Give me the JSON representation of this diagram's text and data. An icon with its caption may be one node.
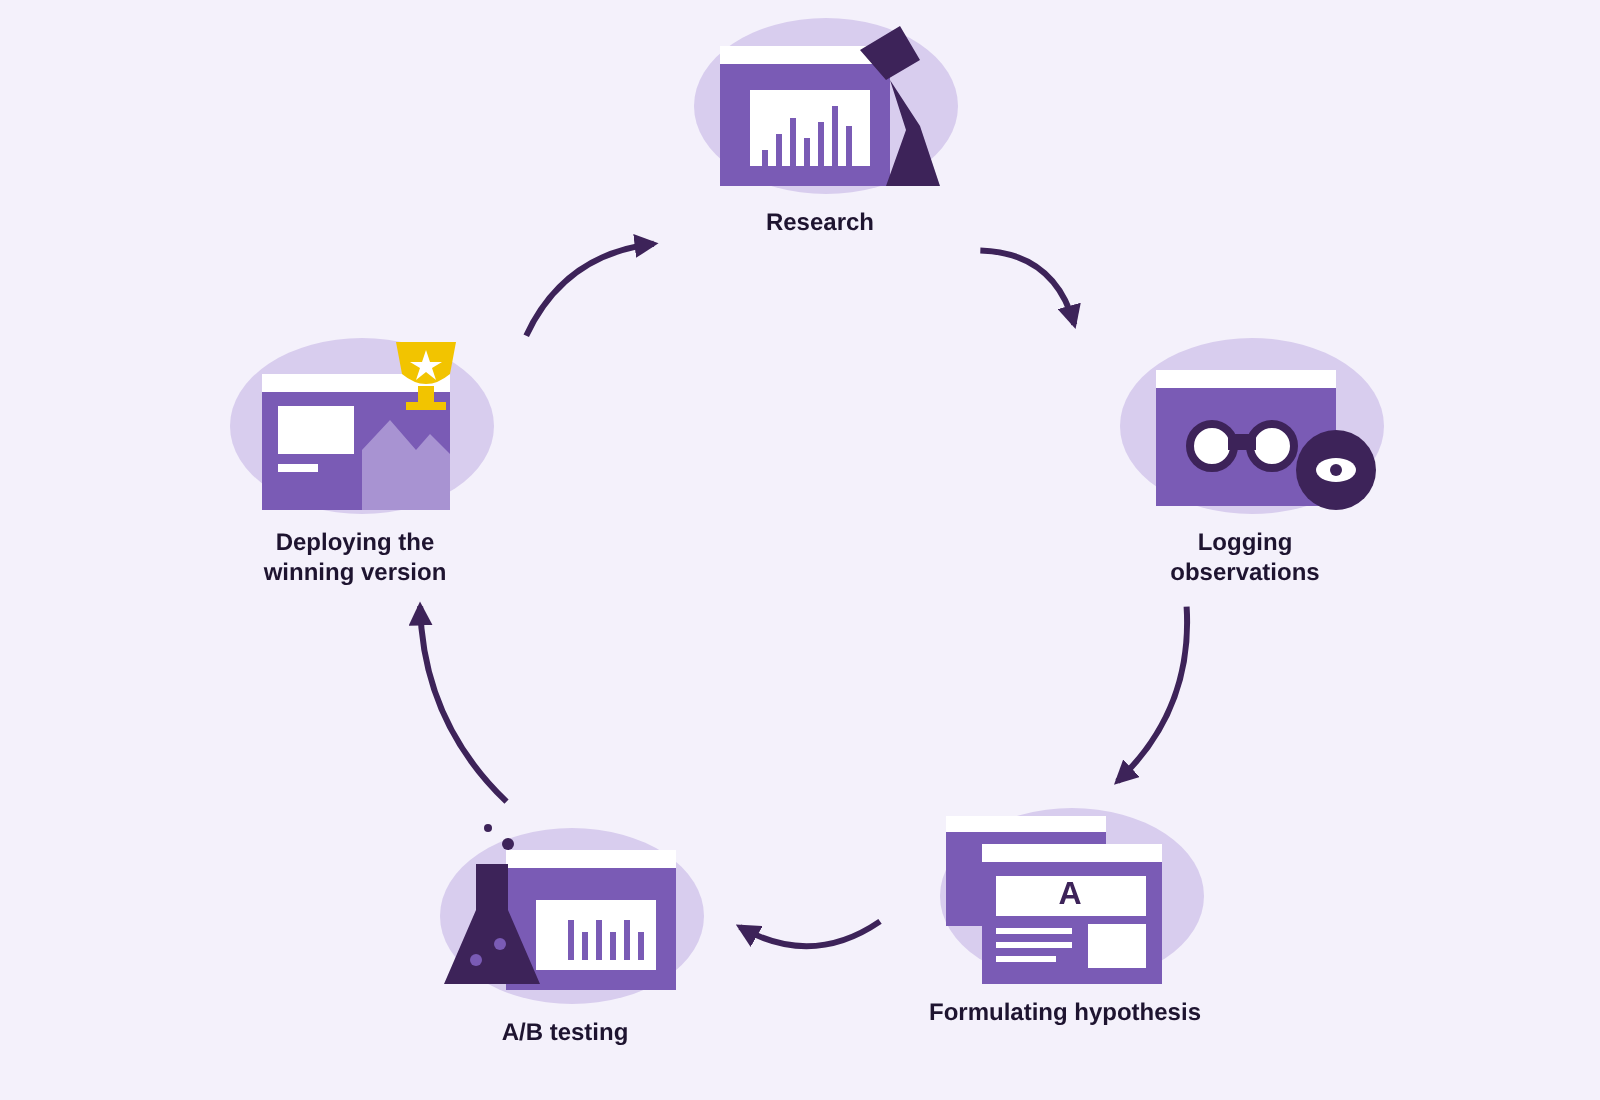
{
  "diagram": {
    "nodes": [
      {
        "text": [
          "Research"
        ]
      },
      {
        "text": [
          "Logging observations"
        ]
      },
      {
        "text": [
          "Formulating hypothesis"
        ]
      },
      {
        "text": [
          "A/B testing"
        ]
      },
      {
        "text": [
          "Deploying the winning version"
        ]
      }
    ],
    "edges": [
      {
        "from": 0,
        "to": 1,
        "arrow": "to"
      },
      {
        "from": 1,
        "to": 2,
        "arrow": "to"
      },
      {
        "from": 2,
        "to": 3,
        "arrow": "to"
      },
      {
        "from": 3,
        "to": 4,
        "arrow": "to"
      },
      {
        "from": 4,
        "to": 0,
        "arrow": "to"
      }
    ],
    "labels": [
      "A"
    ]
  }
}
